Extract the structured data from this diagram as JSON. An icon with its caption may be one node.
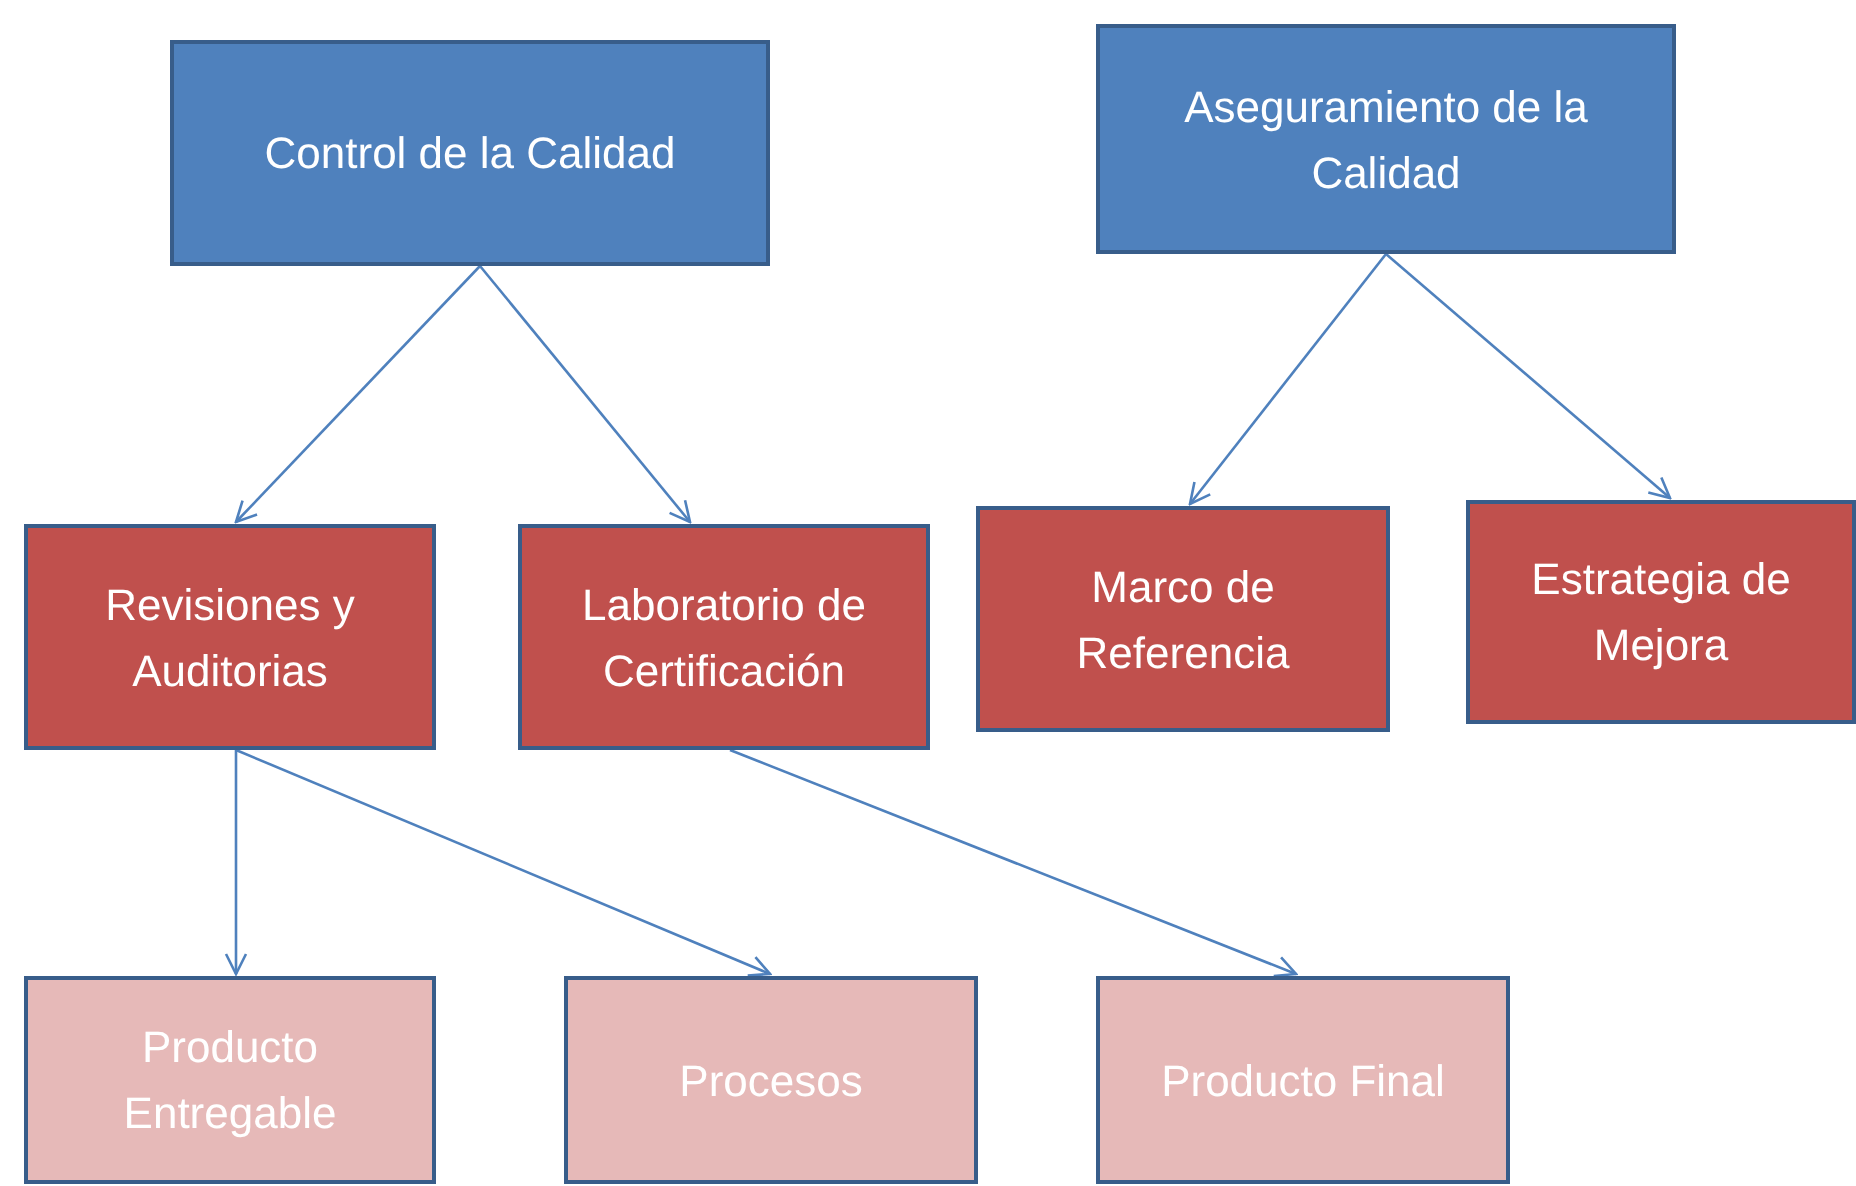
{
  "diagram": {
    "nodes": [
      {
        "text": [
          "Control de la Calidad"
        ]
      },
      {
        "text": [
          "Aseguramiento de la Calidad"
        ]
      },
      {
        "text": [
          "Revisiones y Auditorias"
        ]
      },
      {
        "text": [
          "Laboratorio de Certificación"
        ]
      },
      {
        "text": [
          "Marco de Referencia"
        ]
      },
      {
        "text": [
          "Estrategia de Mejora"
        ]
      },
      {
        "text": [
          "Producto Entregable"
        ]
      },
      {
        "text": [
          "Procesos"
        ]
      },
      {
        "text": [
          "Producto Final"
        ]
      }
    ],
    "edges": [
      {
        "from": 0,
        "to": 2,
        "arrow": "to"
      },
      {
        "from": 0,
        "to": 3,
        "arrow": "to"
      },
      {
        "from": 1,
        "to": 4,
        "arrow": "to"
      },
      {
        "from": 1,
        "to": 5,
        "arrow": "to"
      },
      {
        "from": 2,
        "to": 6,
        "arrow": "to"
      },
      {
        "from": 2,
        "to": 7,
        "arrow": "to"
      },
      {
        "from": 3,
        "to": 8,
        "arrow": "to"
      }
    ]
  }
}
